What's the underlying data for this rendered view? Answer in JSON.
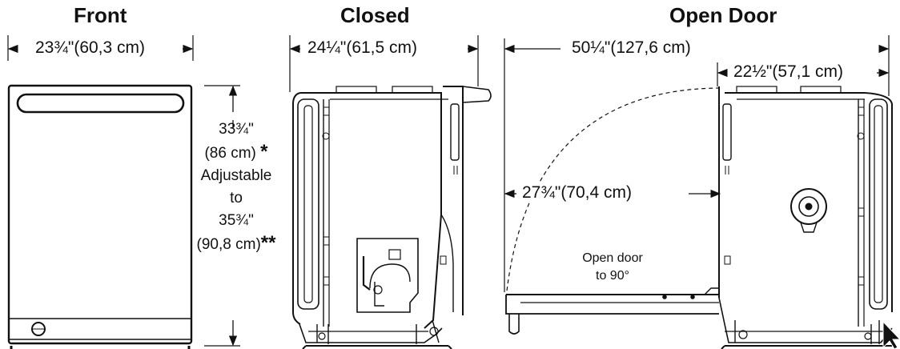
{
  "views": {
    "front": {
      "title": "Front",
      "width": "23¾\"(60,3 cm)",
      "height_line1": "33¾\"",
      "height_line2": "(86 cm)",
      "star1": "*",
      "height_line3": "Adjustable",
      "height_line4": "to",
      "height_line5": "35¾\"",
      "height_line6": "(90,8 cm)",
      "star2": "**"
    },
    "closed": {
      "title": "Closed",
      "depth": "24¼\"(61,5 cm)"
    },
    "open_door": {
      "title": "Open Door",
      "overall_depth": "50¼\"(127,6 cm)",
      "body_depth": "22½\"(57,1 cm)",
      "door_length": "27¾\"(70,4 cm)",
      "note_line1": "Open door",
      "note_line2": "to 90°"
    }
  }
}
